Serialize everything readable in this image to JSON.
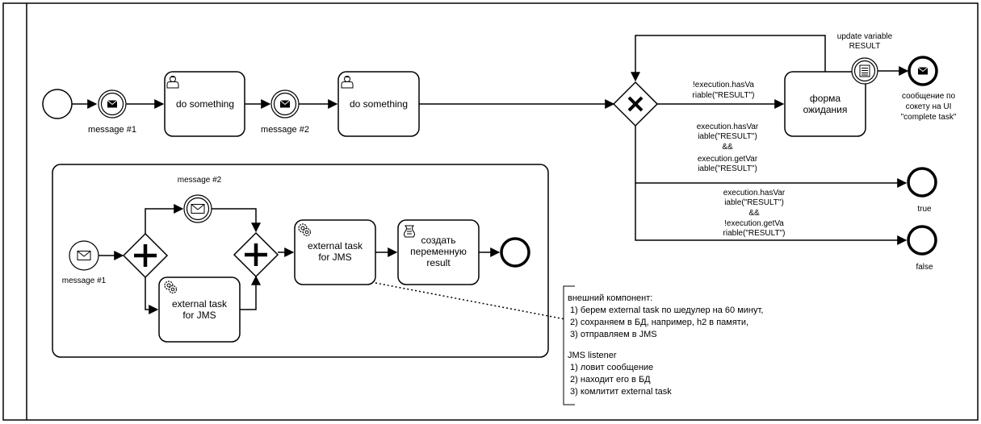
{
  "tasks": {
    "top_task1": "do something",
    "top_task2": "do something",
    "wait_form": [
      "форма",
      "ожидания"
    ],
    "sub_ext_task_upper": [
      "external task",
      "for JMS"
    ],
    "sub_ext_task_lower": [
      "external task",
      "for JMS"
    ],
    "sub_script_task": [
      "создать",
      "переменную",
      "result"
    ]
  },
  "events": {
    "top_msg1": "message #1",
    "top_msg2": "message #2",
    "sub_msg1": "message #1",
    "sub_msg2": "message #2",
    "update_variable": [
      "update variable",
      "RESULT"
    ],
    "send_message": [
      "сообщение по",
      "сокету на UI",
      "\"complete task\""
    ],
    "end_true": "true",
    "end_false": "false"
  },
  "conditions": {
    "cond_not_has": [
      "!execution.hasVa",
      "riable(\"RESULT\")"
    ],
    "cond_true": [
      "execution.hasVar",
      "iable(\"RESULT\")",
      "&&",
      "execution.getVar",
      "iable(\"RESULT\")"
    ],
    "cond_false": [
      "execution.hasVar",
      "iable(\"RESULT\")",
      "&&",
      "!execution.getVa",
      "riable(\"RESULT\")"
    ]
  },
  "annotation": [
    "внешний компонент:",
    " 1) берем external task по шедулер на 60 минут,",
    " 2) сохраняем в БД, например, h2 в памяти,",
    " 3) отправляем в JMS",
    "",
    "JMS listener",
    " 1) ловит сообщение",
    " 2) находит его в БД",
    " 3) комлитит external task"
  ],
  "icons": {
    "user_task": "user-icon",
    "service_task": "gear-icon",
    "script_task": "script-icon",
    "message": "envelope-icon",
    "exclusive_gateway": "x-gateway-icon",
    "parallel_gateway": "plus-gateway-icon"
  }
}
